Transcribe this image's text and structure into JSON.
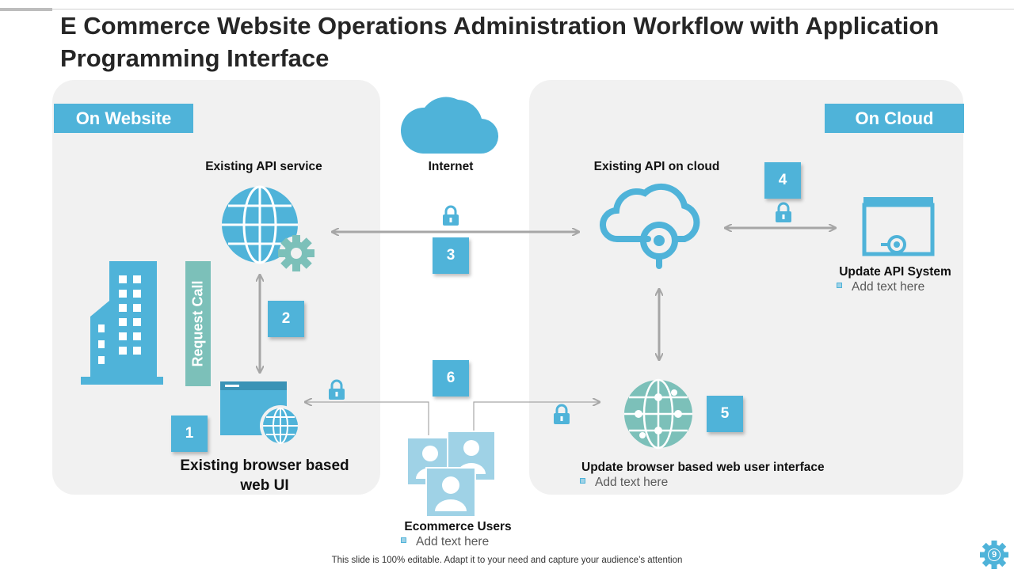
{
  "title": "E Commerce Website Operations Administration Workflow with Application Programming Interface",
  "tags": {
    "left": "On Website",
    "right": "On Cloud"
  },
  "labels": {
    "api_service": "Existing API service",
    "internet": "Internet",
    "api_cloud": "Existing API on cloud",
    "update_api": "Update API System",
    "browser_ui": "Existing browser based web UI",
    "update_browser": "Update browser based web user interface",
    "users": "Ecommerce Users",
    "request_call": "Request Call"
  },
  "steps": [
    "1",
    "2",
    "3",
    "4",
    "5",
    "6"
  ],
  "add_text": "Add text here",
  "footer": "This slide is 100% editable. Adapt it to your need and capture your audience’s attention",
  "page_number": "9",
  "colors": {
    "accent": "#4fb3d9",
    "teal": "#7cc0b9",
    "panel": "#f1f1f1",
    "arrow": "#a6a6a6"
  }
}
